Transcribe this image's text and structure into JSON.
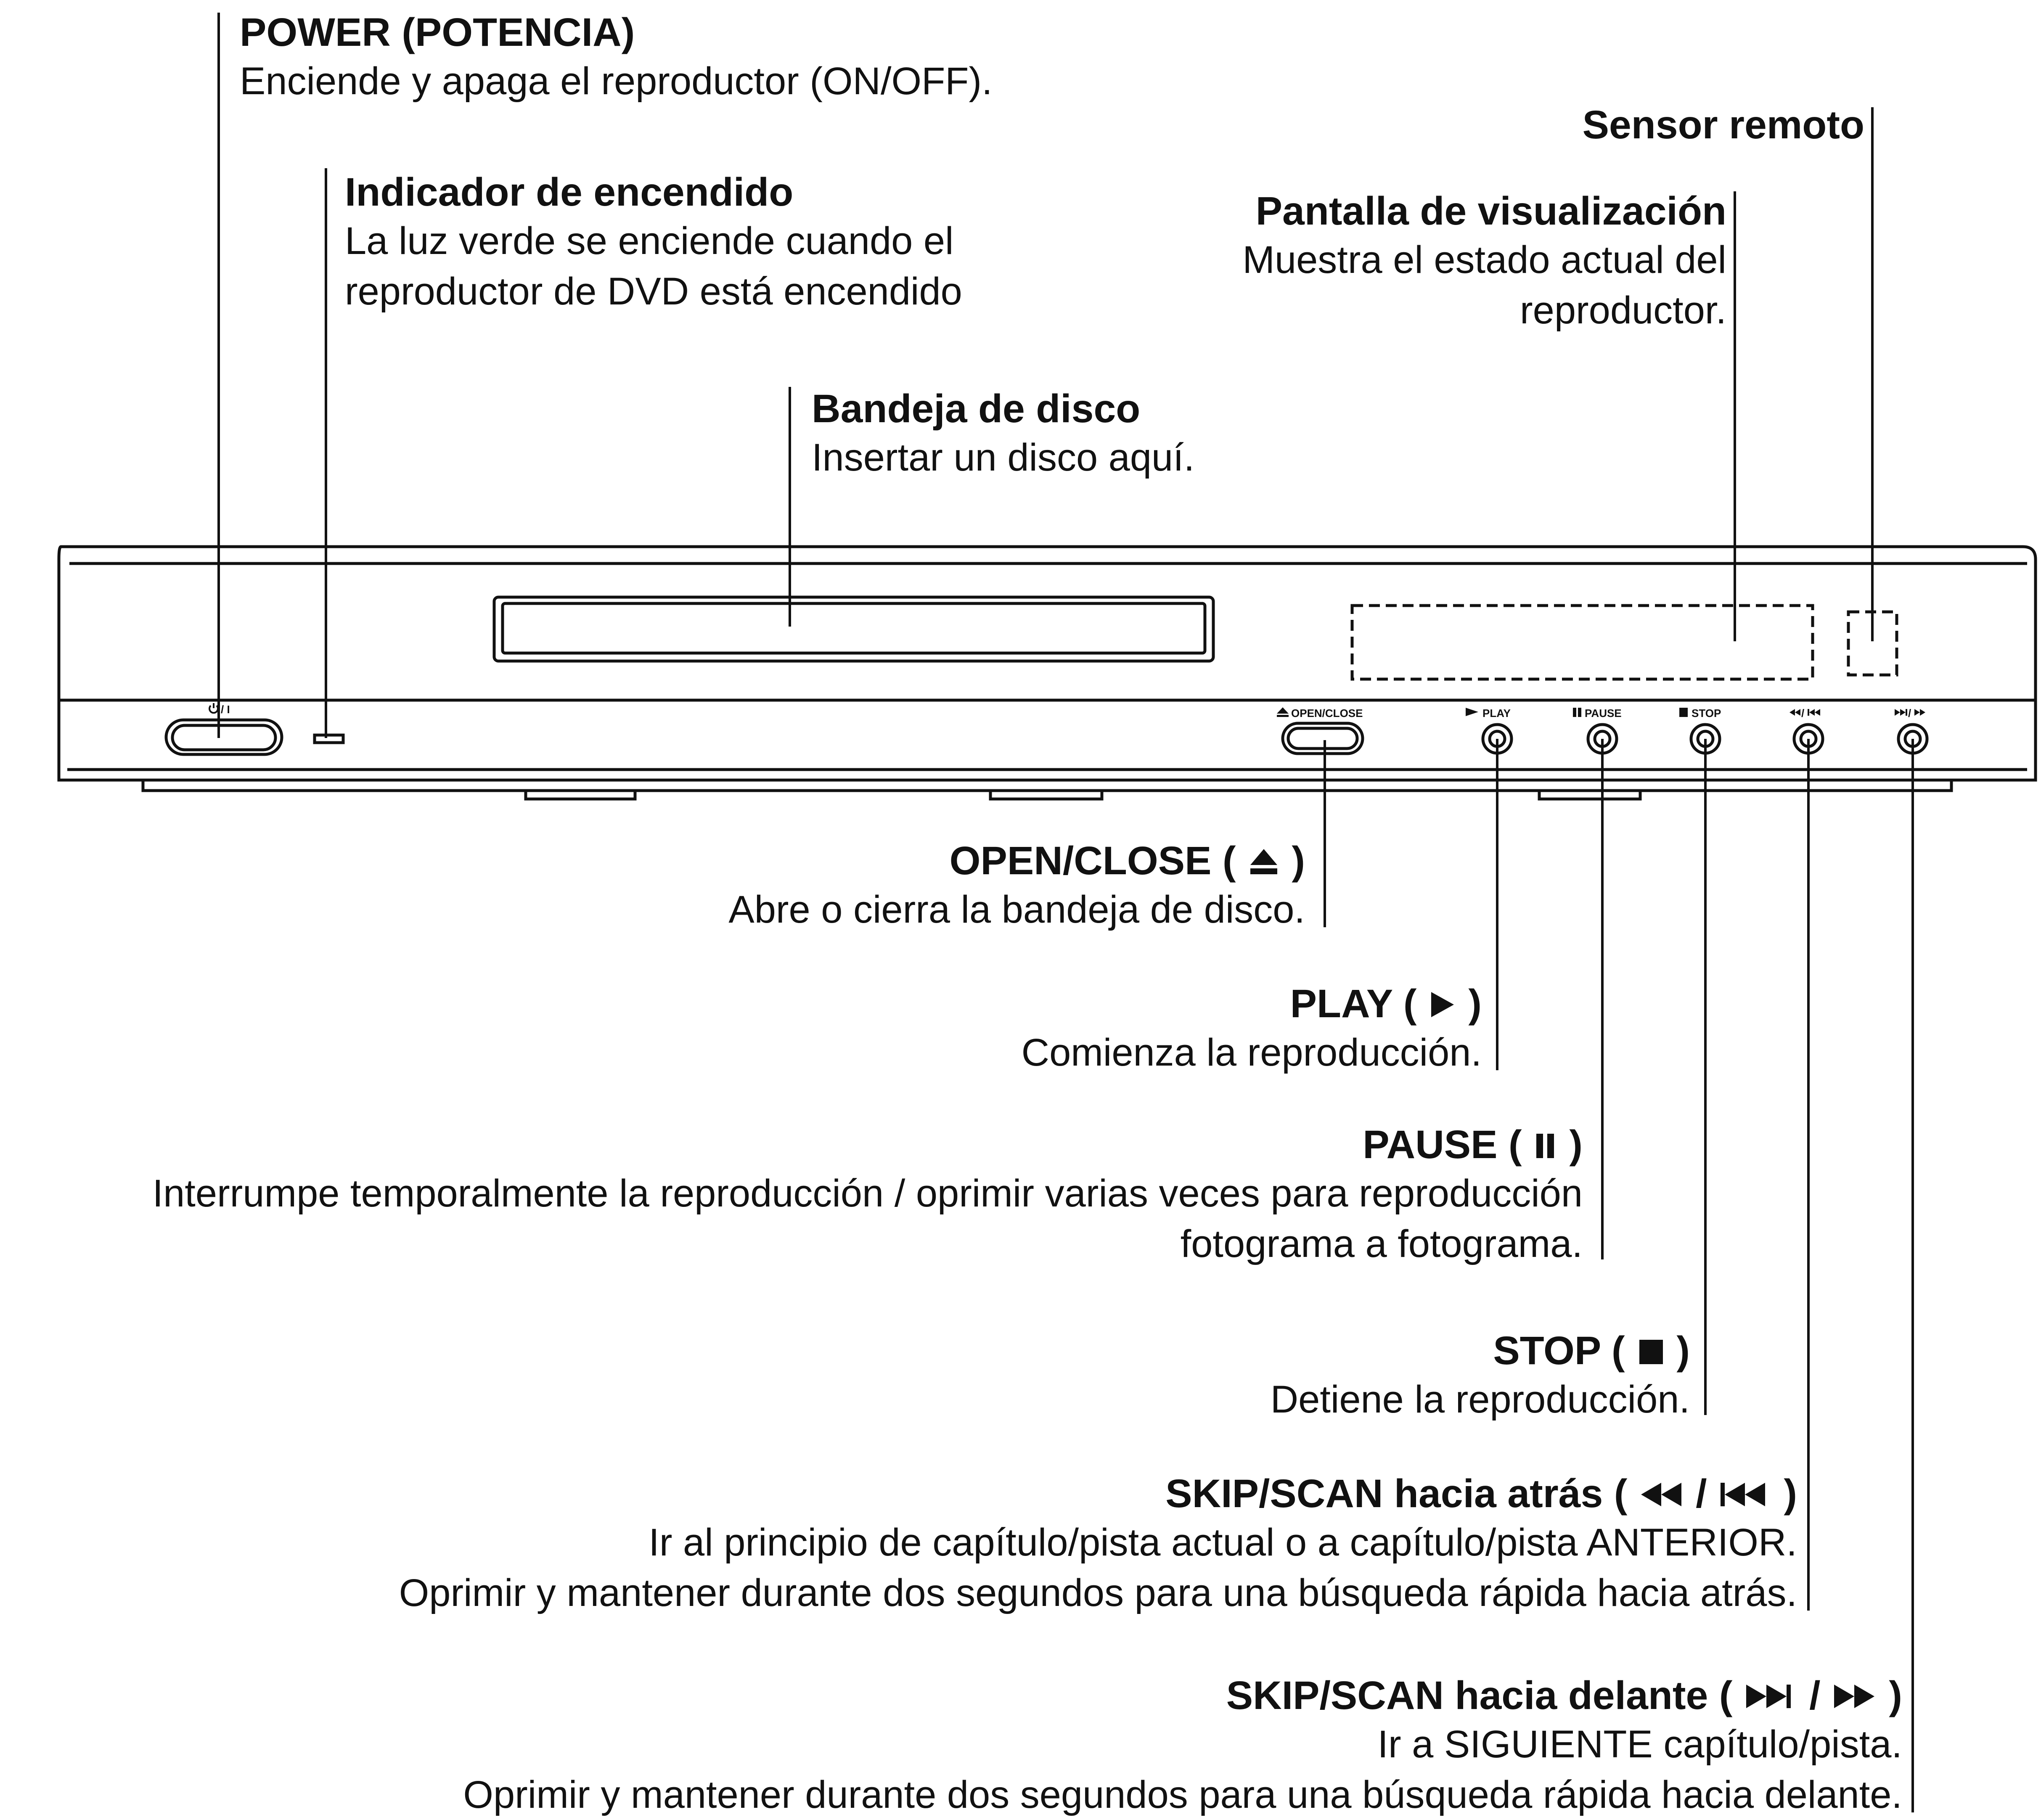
{
  "power": {
    "title": "POWER (POTENCIA)",
    "desc": "Enciende y apaga el reproductor (ON/OFF)."
  },
  "indicator": {
    "title": "Indicador de encendido",
    "desc": [
      "La luz verde se enciende cuando el",
      "reproductor de DVD está encendido"
    ]
  },
  "sensor": {
    "title": "Sensor remoto"
  },
  "display": {
    "title": "Pantalla de visualización",
    "desc": [
      "Muestra el estado actual del",
      "reproductor."
    ]
  },
  "tray": {
    "title": "Bandeja de disco",
    "desc": "Insertar un disco aquí."
  },
  "open_close": {
    "title_pre": "OPEN/CLOSE ( ",
    "title_post": " )",
    "desc": "Abre o cierra la bandeja de disco."
  },
  "play": {
    "title_pre": "PLAY ( ",
    "title_post": " )",
    "desc": "Comienza la reproducción."
  },
  "pause": {
    "title_pre": "PAUSE ( ",
    "title_post": " )",
    "desc": [
      "Interrumpe temporalmente la reproducción / oprimir varias veces para reproducción",
      "fotograma a fotograma."
    ]
  },
  "stop": {
    "title_pre": "STOP ( ",
    "title_post": " )",
    "desc": "Detiene la reproducción."
  },
  "skip_back": {
    "title_pre": "SKIP/SCAN hacia atrás ( ",
    "title_sep": " / ",
    "title_post": " )",
    "desc": [
      "Ir al principio de capítulo/pista actual o a capítulo/pista ANTERIOR.",
      "Oprimir y mantener durante dos segundos para una búsqueda rápida hacia atrás."
    ]
  },
  "skip_fwd": {
    "title_pre": "SKIP/SCAN hacia delante ( ",
    "title_sep": " / ",
    "title_post": " )",
    "desc": [
      "Ir a SIGUIENTE capítulo/pista.",
      "Oprimir y mantener durante dos segundos para una búsqueda rápida hacia delante."
    ]
  },
  "device_labels": {
    "power": "/ I",
    "open_close": "OPEN/CLOSE",
    "play": "PLAY",
    "pause": "PAUSE",
    "stop": "STOP",
    "skip_back": "/",
    "skip_fwd": "/"
  },
  "icons": [
    "power-icon",
    "eject-icon",
    "play-icon",
    "pause-icon",
    "stop-icon",
    "rewind-icon",
    "skip-previous-icon",
    "skip-next-icon",
    "fast-forward-icon"
  ]
}
